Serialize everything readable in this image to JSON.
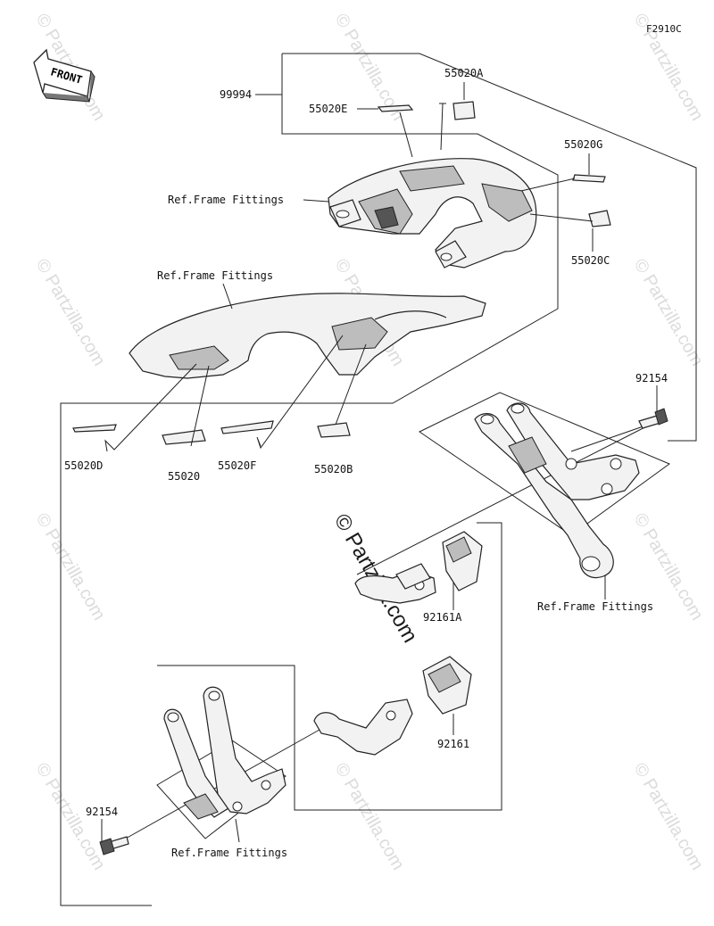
{
  "diagram_code": "F2910C",
  "front_label": "FRONT",
  "watermark": "© Partzilla.com",
  "labels": {
    "kit": "99994",
    "sticker_a": "55020A",
    "sticker_e": "55020E",
    "sticker_g": "55020G",
    "sticker_c": "55020C",
    "sticker_d": "55020D",
    "sticker": "55020",
    "sticker_f": "55020F",
    "sticker_b": "55020B",
    "ref_frame_1": "Ref.Frame Fittings",
    "ref_frame_2": "Ref.Frame Fittings",
    "ref_frame_3": "Ref.Frame Fittings",
    "ref_frame_4": "Ref.Frame Fittings",
    "bolt_right": "92154",
    "bolt_left": "92154",
    "slider_a": "92161A",
    "slider": "92161"
  }
}
